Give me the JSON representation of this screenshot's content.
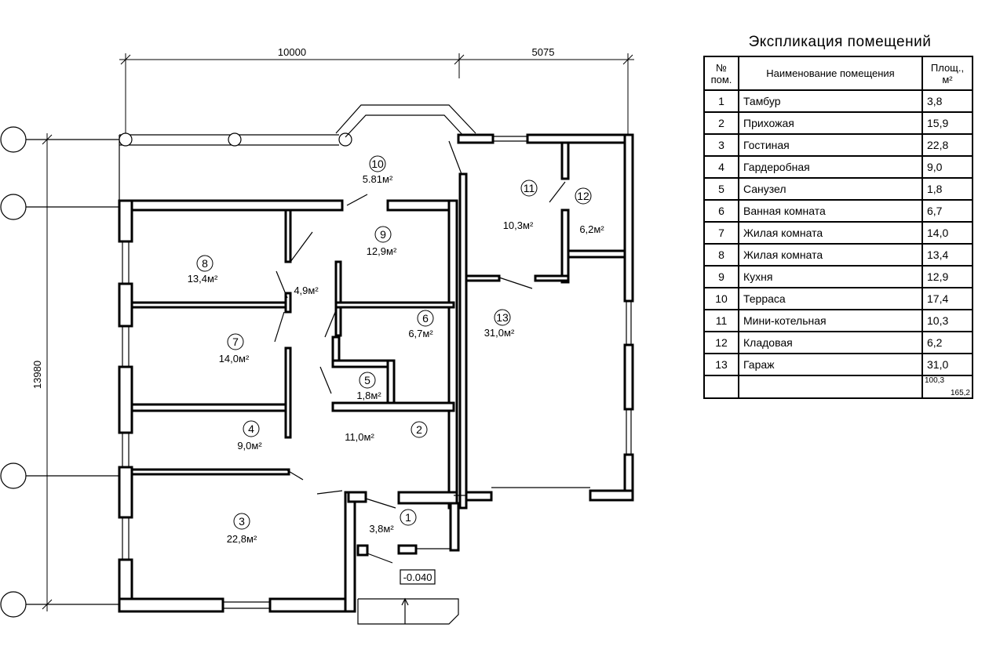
{
  "legend": {
    "title": "Экспликация  помещений",
    "header": {
      "num": "№ пом.",
      "name": "Наименование помещения",
      "area": "Площ., м²"
    },
    "rows": [
      {
        "num": "1",
        "name": "Тамбур",
        "area": "3,8"
      },
      {
        "num": "2",
        "name": "Прихожая",
        "area": "15,9"
      },
      {
        "num": "3",
        "name": "Гостиная",
        "area": "22,8"
      },
      {
        "num": "4",
        "name": "Гардеробная",
        "area": "9,0"
      },
      {
        "num": "5",
        "name": "Санузел",
        "area": "1,8"
      },
      {
        "num": "6",
        "name": "Ванная комната",
        "area": "6,7"
      },
      {
        "num": "7",
        "name": "Жилая комната",
        "area": "14,0"
      },
      {
        "num": "8",
        "name": "Жилая комната",
        "area": "13,4"
      },
      {
        "num": "9",
        "name": "Кухня",
        "area": "12,9"
      },
      {
        "num": "10",
        "name": "Терраса",
        "area": "17,4"
      },
      {
        "num": "11",
        "name": "Мини-котельная",
        "area": "10,3"
      },
      {
        "num": "12",
        "name": "Кладовая",
        "area": "6,2"
      },
      {
        "num": "13",
        "name": "Гараж",
        "area": "31,0"
      }
    ],
    "total_living": "100,3",
    "total_all": "165,2"
  },
  "plan": {
    "dim_top_left": "10000",
    "dim_top_right": "5075",
    "dim_left": "13980",
    "elevation": "-0.040",
    "rooms": [
      {
        "num": "1",
        "area": "3,8м²"
      },
      {
        "num": "2",
        "area": "11,0м²"
      },
      {
        "num": "3",
        "area": "22,8м²"
      },
      {
        "num": "4",
        "area": "9,0м²"
      },
      {
        "num": "5",
        "area": "1,8м²"
      },
      {
        "num": "6",
        "area": "6,7м²"
      },
      {
        "num": "7",
        "area": "14,0м²"
      },
      {
        "num": "8",
        "area": "13,4м²"
      },
      {
        "num": "9",
        "area": "12,9м²"
      },
      {
        "num": "10",
        "area": "5.81м²"
      },
      {
        "num": "11",
        "area": "10,3м²"
      },
      {
        "num": "12",
        "area": "6,2м²"
      },
      {
        "num": "13",
        "area": "31,0м²"
      }
    ],
    "hall_area": "4,9м²"
  }
}
